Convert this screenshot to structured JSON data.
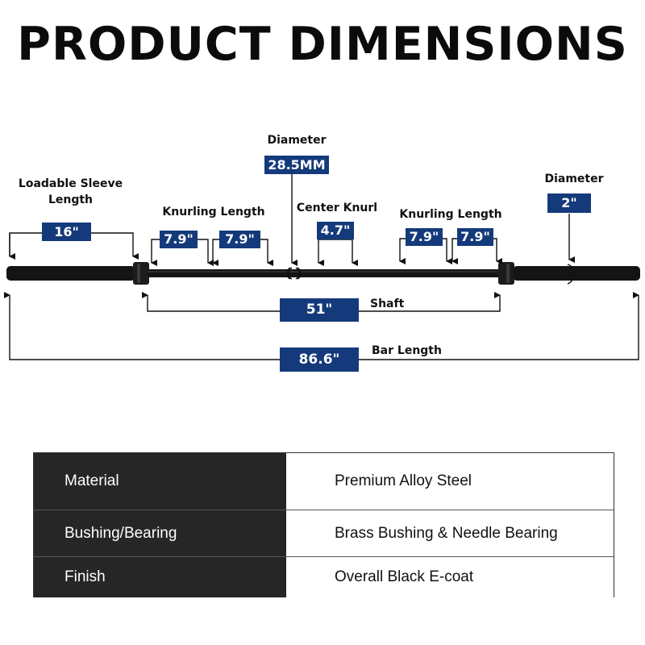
{
  "title": "PRODUCT DIMENSIONS",
  "colors": {
    "badge": "#143a7b",
    "bar": "#121212",
    "table_key_bg": "#262626"
  },
  "dimensions": {
    "sleeve": {
      "label_line1": "Loadable Sleeve",
      "label_line2": "Length",
      "value": "16\""
    },
    "knurl_left": {
      "label": "Knurling Length",
      "value_a": "7.9\"",
      "value_b": "7.9\""
    },
    "shaft_diameter": {
      "label": "Diameter",
      "value": "28.5MM"
    },
    "center_knurl": {
      "label": "Center Knurl",
      "value": "4.7\""
    },
    "knurl_right": {
      "label": "Knurling Length",
      "value_a": "7.9\"",
      "value_b": "7.9\""
    },
    "sleeve_diameter": {
      "label": "Diameter",
      "value": "2\""
    },
    "shaft": {
      "label": "Shaft",
      "value": "51\""
    },
    "bar_length": {
      "label": "Bar Length",
      "value": "86.6\""
    }
  },
  "specs": [
    {
      "key": "Material",
      "value": "Premium Alloy Steel"
    },
    {
      "key": "Bushing/Bearing",
      "value": "Brass Bushing & Needle Bearing"
    },
    {
      "key": "Finish",
      "value": "Overall Black E-coat"
    }
  ]
}
